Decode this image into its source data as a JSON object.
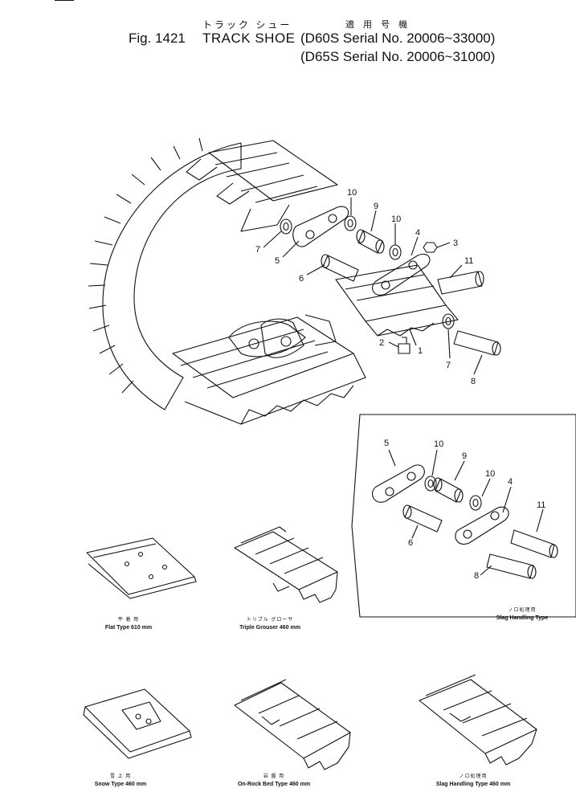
{
  "header": {
    "jp_title": "トラック シュー",
    "jp_applicable": "適 用 号 機",
    "fig_label": "Fig. 1421",
    "title": "TRACK SHOE",
    "serial_1": "(D60S Serial No. 20006~33000)",
    "serial_2": "(D65S Serial No. 20006~31000)"
  },
  "callouts": {
    "main": [
      "10",
      "9",
      "10",
      "4",
      "3",
      "7",
      "5",
      "6",
      "11",
      "2",
      "1",
      "7",
      "8"
    ],
    "inset": [
      "5",
      "10",
      "9",
      "10",
      "4",
      "11",
      "6",
      "8"
    ]
  },
  "captions": {
    "slag_handling": {
      "jp": "ノロ処理用",
      "en": "Slag Handling Type"
    },
    "flat": {
      "jp": "平 着 用",
      "en": "Flat Type 610 mm"
    },
    "triple": {
      "jp": "トリプル グローサ",
      "en": "Triple Grouser 460 mm"
    },
    "snow": {
      "jp": "雪 上 用",
      "en": "Snow Type 460 mm"
    },
    "on_rock": {
      "jp": "岩 盤 用",
      "en": "On-Rock Bed Type 460 mm"
    },
    "slag_460": {
      "jp": "ノロ処理用",
      "en": "Slag Handling Type 460 mm"
    }
  }
}
